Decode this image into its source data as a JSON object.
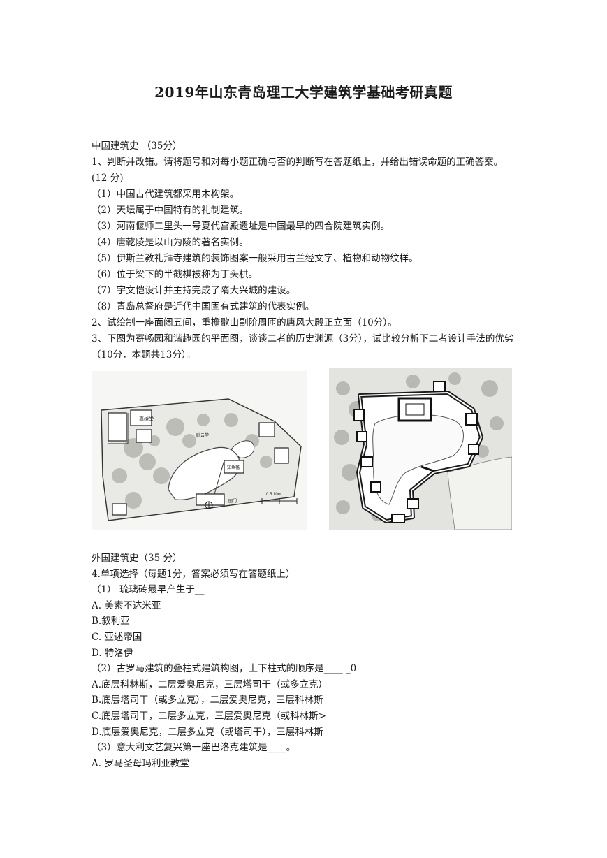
{
  "title": "2019年山东青岛理工大学建筑学基础考研真题",
  "section1": {
    "heading": "中国建筑史 （35分）",
    "q1_stem": "1、判断并改错。请将题号和对每小题正确与否的判断写在答题纸上，并给出错误命题的正确答案。(12 分)",
    "q1_items": [
      "（1）中国古代建筑都采用木构架。",
      "（2）天坛属于中国特有的礼制建筑。",
      "（3）河南偃师二里头一号夏代宫殿遗址是中国最早的四合院建筑实例。",
      "（4）唐乾陵是以山为陵的著名实例。",
      "（5）伊斯兰教礼拜寺建筑的装饰图案一般采用古兰经文字、植物和动物纹样。",
      "（6）位于梁下的半截棋被称为丁头栱。",
      "（7）宇文恺设计并主持完成了隋大兴城的建设。",
      "（8）青岛总督府是近代中国固有式建筑的代表实例。"
    ],
    "q2": "2、试绘制一座面阔五间，重檐歇山副阶周匝的唐风大殿正立面（10分）。",
    "q3": "3、下图为寄畅园和谐趣园的平面图，谈谈二者的历史渊源（3分），试比较分析下二者设计手法的优劣（10分，本题共13分）。"
  },
  "figure_left": {
    "labels": [
      "嘉树堂",
      "卧云堂",
      "知鱼槛",
      "园门",
      "0 5 10m"
    ]
  },
  "section2": {
    "heading": "外国建筑史（35 分）",
    "q4_stem": "4.单项选择（每题1分，答案必须写在答题纸上）",
    "q4_items": [
      "（1） 琉璃砖最早产生于__",
      "A. 美索不达米亚",
      "B.叙利亚",
      "C. 亚述帝国",
      "D. 特洛伊",
      "（2）古罗马建筑的叠柱式建筑构图，上下柱式的顺序是____ _0",
      "A.底层科林斯，二层爱奥尼克，三层塔司干（或多立克）",
      "B.底层塔司干（或多立克），二层爱奥尼克，三层科林斯",
      "C.底层塔司干，二层多立克，三层爱奥尼克（或科林斯>",
      "D.底层爱奥尼克，二层多立克（或塔司干），三层科林斯",
      "（3）意大利文艺复兴第一座巴洛克建筑是____。",
      "A. 罗马圣母玛利亚教堂"
    ]
  }
}
